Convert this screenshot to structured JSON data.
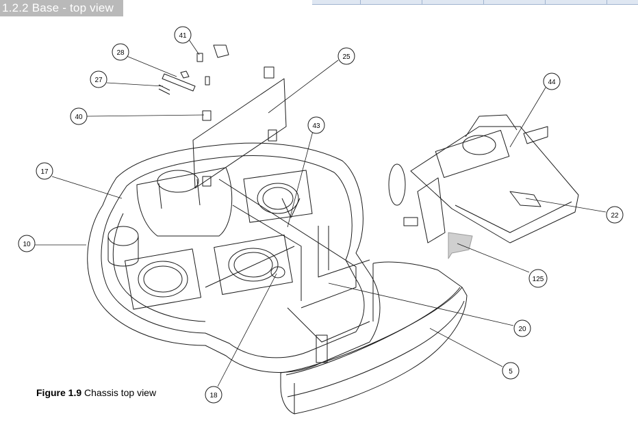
{
  "header": {
    "title": "1.2.2 Base - top view"
  },
  "figure": {
    "label": "Figure 1.9",
    "caption": "Chassis top view"
  },
  "callouts": [
    "41",
    "28",
    "27",
    "40",
    "25",
    "43",
    "17",
    "10",
    "44",
    "22",
    "125",
    "20",
    "5",
    "18"
  ],
  "colors": {
    "header_bg": "#b9b9b9",
    "header_text": "#ffffff",
    "line": "#1a1a1a",
    "rule": "#9fb3cf"
  }
}
